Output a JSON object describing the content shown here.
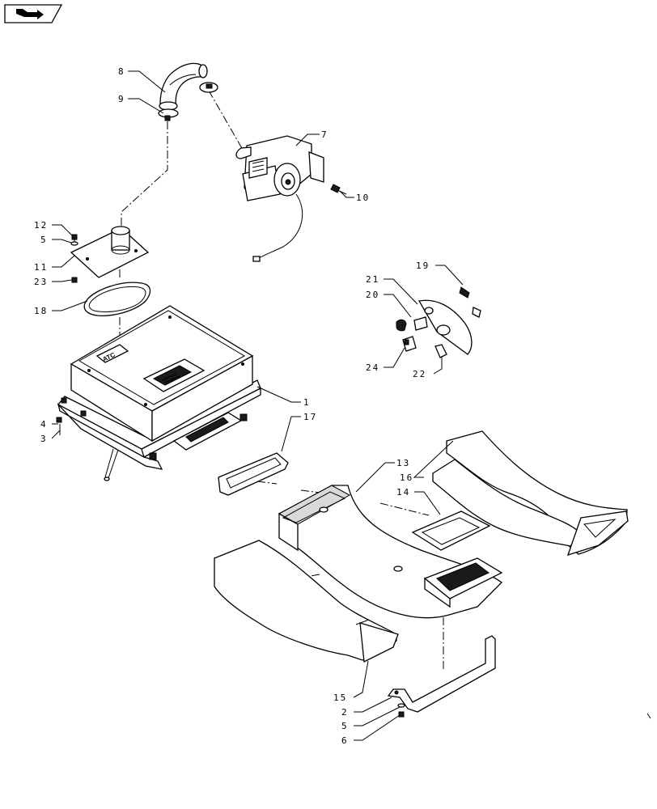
{
  "nav": {
    "icon": "arrow-right-icon"
  },
  "label_text": {
    "atc": "ATC"
  },
  "callouts": [
    {
      "id": "c8",
      "text": "8"
    },
    {
      "id": "c9",
      "text": "9"
    },
    {
      "id": "c7",
      "text": "7"
    },
    {
      "id": "c10",
      "text": "10"
    },
    {
      "id": "c12",
      "text": "12"
    },
    {
      "id": "c5a",
      "text": "5"
    },
    {
      "id": "c11",
      "text": "11"
    },
    {
      "id": "c23",
      "text": "23"
    },
    {
      "id": "c18",
      "text": "18"
    },
    {
      "id": "c19",
      "text": "19"
    },
    {
      "id": "c21",
      "text": "21"
    },
    {
      "id": "c20",
      "text": "20"
    },
    {
      "id": "c24",
      "text": "24"
    },
    {
      "id": "c22",
      "text": "22"
    },
    {
      "id": "c1",
      "text": "1"
    },
    {
      "id": "c17",
      "text": "17"
    },
    {
      "id": "c4",
      "text": "4"
    },
    {
      "id": "c3",
      "text": "3"
    },
    {
      "id": "c13",
      "text": "13"
    },
    {
      "id": "c16",
      "text": "16"
    },
    {
      "id": "c14",
      "text": "14"
    },
    {
      "id": "c15",
      "text": "15"
    },
    {
      "id": "c2",
      "text": "2"
    },
    {
      "id": "c5b",
      "text": "5"
    },
    {
      "id": "c6",
      "text": "6"
    }
  ]
}
